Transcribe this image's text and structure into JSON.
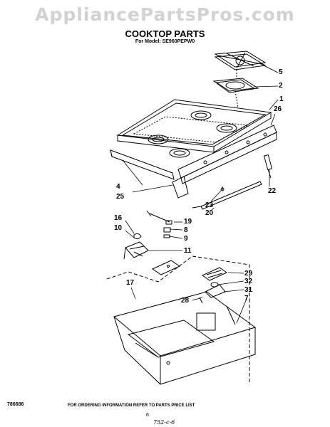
{
  "watermark": "AppliancePartsPros.com",
  "title": "COOKTOP PARTS",
  "model_line": "For Model: SE960PEPW0",
  "callouts": [
    {
      "id": "5",
      "label": "5"
    },
    {
      "id": "2",
      "label": "2"
    },
    {
      "id": "1",
      "label": "1"
    },
    {
      "id": "26",
      "label": "26"
    },
    {
      "id": "4",
      "label": "4"
    },
    {
      "id": "25",
      "label": "25"
    },
    {
      "id": "22",
      "label": "22"
    },
    {
      "id": "23",
      "label": "23"
    },
    {
      "id": "20",
      "label": "20"
    },
    {
      "id": "16",
      "label": "16"
    },
    {
      "id": "10",
      "label": "10"
    },
    {
      "id": "19",
      "label": "19"
    },
    {
      "id": "8",
      "label": "8"
    },
    {
      "id": "9",
      "label": "9"
    },
    {
      "id": "11",
      "label": "11"
    },
    {
      "id": "17",
      "label": "17"
    },
    {
      "id": "29",
      "label": "29"
    },
    {
      "id": "32",
      "label": "32"
    },
    {
      "id": "31",
      "label": "31"
    },
    {
      "id": "28",
      "label": "28"
    },
    {
      "id": "7",
      "label": "7"
    }
  ],
  "footer": {
    "ref_code": "786686",
    "ordering_note": "FOR ORDERING INFORMATION REFER TO PARTS PRICE LIST",
    "page_number": "6",
    "handwritten": "752-c-6"
  }
}
